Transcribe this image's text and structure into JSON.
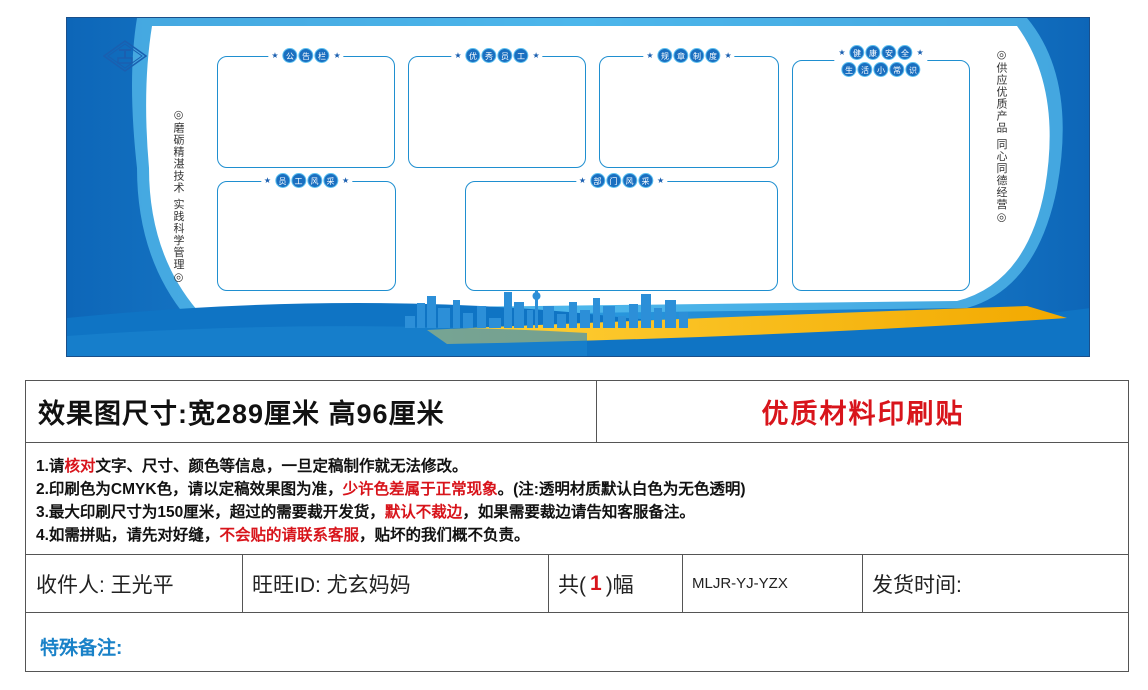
{
  "board": {
    "colors": {
      "blue_dark": "#1270c0",
      "blue_light": "#3fb0e8",
      "gold": "#f5b400",
      "panel_border": "#1f8fd0"
    },
    "logo_icon": "company-logo-icon",
    "left_slogan": "◎磨砺精湛技术 实践科学管理◎",
    "right_slogan": "◎供应优质产品 同心同德经营◎",
    "panels": [
      {
        "chips": [
          "公",
          "告",
          "栏"
        ]
      },
      {
        "chips": [
          "优",
          "秀",
          "员",
          "工"
        ]
      },
      {
        "chips": [
          "规",
          "章",
          "制",
          "度"
        ]
      },
      {
        "chips_line1": [
          "健",
          "康",
          "安",
          "全"
        ],
        "chips_line2": [
          "生",
          "活",
          "小",
          "常",
          "识"
        ]
      },
      {
        "chips": [
          "员",
          "工",
          "风",
          "采"
        ]
      },
      {
        "chips": [
          "部",
          "门",
          "风",
          "采"
        ]
      }
    ]
  },
  "info": {
    "size_label": "效果图尺寸:宽289厘米 高96厘米",
    "material": "优质材料印刷贴",
    "notes": [
      [
        {
          "t": "1.请"
        },
        {
          "t": "核对",
          "red": true
        },
        {
          "t": "文字、尺寸、颜色等信息，一旦定稿制作就无法修改。"
        }
      ],
      [
        {
          "t": "2.印刷色为CMYK色，请以定稿效果图为准，"
        },
        {
          "t": "少许色差属于正常现象",
          "red": true
        },
        {
          "t": "。(注:透明材质默认白色为无色透明)"
        }
      ],
      [
        {
          "t": "3.最大印刷尺寸为150厘米，超过的需要裁开发货，"
        },
        {
          "t": "默认不裁边",
          "red": true
        },
        {
          "t": "，如果需要裁边请告知客服备注。"
        }
      ],
      [
        {
          "t": "4.如需拼贴，请先对好缝，"
        },
        {
          "t": "不会贴的请联系客服",
          "red": true
        },
        {
          "t": "，贴坏的我们概不负责。"
        }
      ]
    ],
    "receiver": "收件人: 王光平",
    "wangwang": "旺旺ID: 尤玄妈妈",
    "count_prefix": "共(",
    "count": "1",
    "count_suffix": ")幅",
    "code": "MLJR-YJ-YZX",
    "ship_time": "发货时间:",
    "remark": "特殊备注:"
  }
}
